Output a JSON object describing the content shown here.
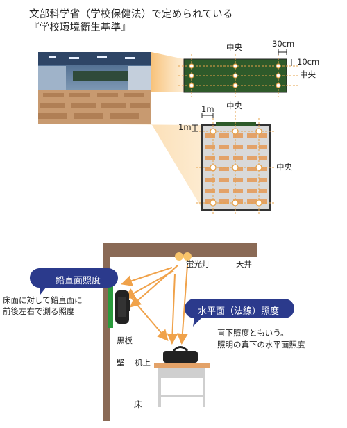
{
  "header": {
    "line1": "文部科学省（学校保健法）で定められている",
    "line2": "『学校環境衛生基準』"
  },
  "board_view": {
    "center_label": "中央",
    "width_label": "30cm",
    "height_label": "10cm",
    "side_center_label": "中央"
  },
  "room_view": {
    "center_label": "中央",
    "x_label": "1m",
    "y_label": "1m",
    "side_center_label": "中央"
  },
  "lower_diagram": {
    "vertical_bubble": "鉛直面照度",
    "vertical_note_1": "床面に対して鉛直面に",
    "vertical_note_2": "前後左右で測る照度",
    "horizontal_bubble": "水平面（法線）照度",
    "horizontal_note_1": "直下照度ともいう。",
    "horizontal_note_2": "照明の真下の水平面照度",
    "fluorescent_label": "蛍光灯",
    "ceiling_label": "天井",
    "blackboard_label": "黒板",
    "wall_label": "壁",
    "desk_label": "机上",
    "floor_label": "床"
  },
  "colors": {
    "board_green": "#2e5a2a",
    "bubble_blue": "#2b3a8c",
    "wall_brown": "#8a6a56",
    "arrow_orange": "#f0a24a",
    "projection_orange": "#f6b96a",
    "desk_orange": "#e3a268",
    "room_floor": "#d9d9d9"
  }
}
